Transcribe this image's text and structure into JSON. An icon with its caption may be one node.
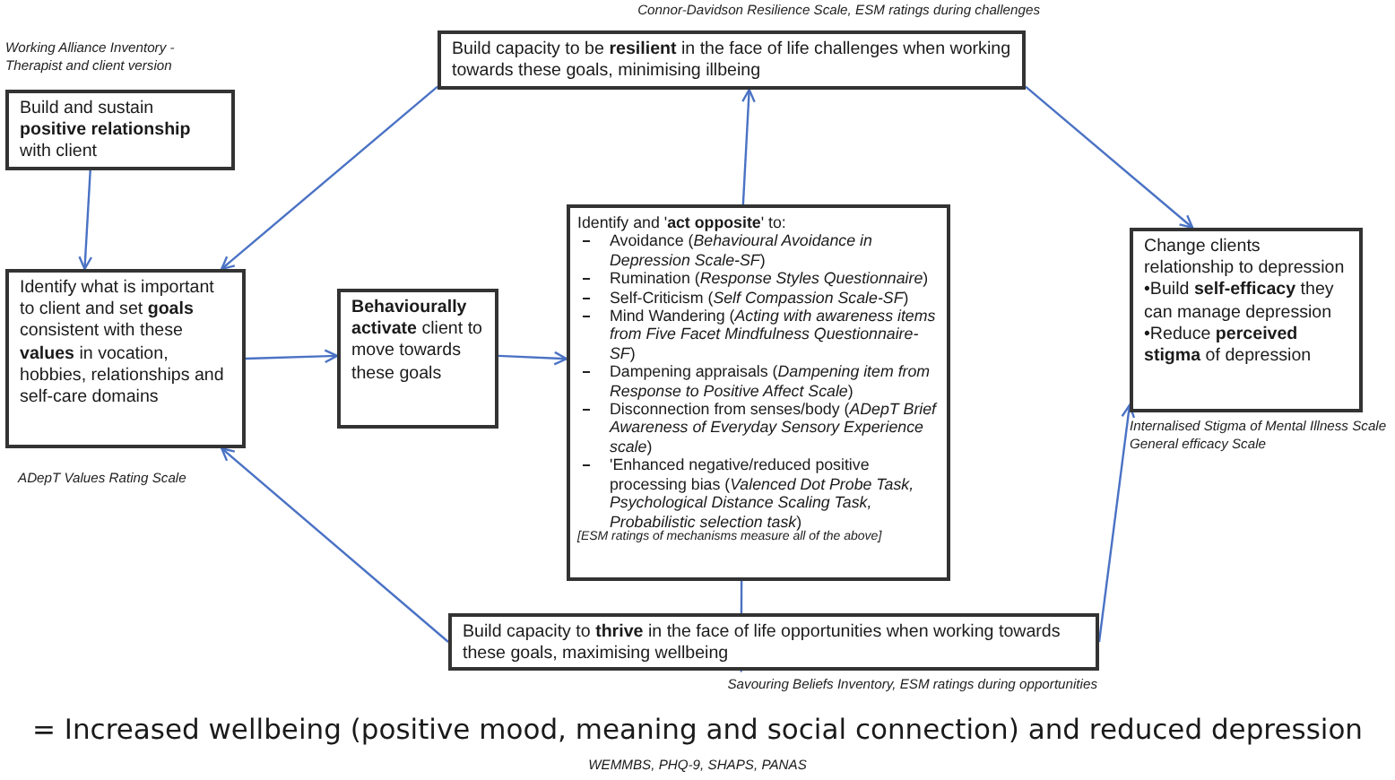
{
  "diagram": {
    "nodes": [
      {
        "text": [
          "Build and sustain **positive relationship** with client"
        ],
        "beside": [
          "Working Alliance Inventory - Therapist and client version"
        ]
      },
      {
        "text": [
          "Identify what is important to client and set **goals** consistent with these **values** in vocation, hobbies, relationships and self-care domains"
        ],
        "beside": [
          "ADepT Values Rating Scale"
        ]
      },
      {
        "text": [
          "**Behaviourally activate** client to move towards these goals"
        ]
      },
      {
        "text": [
          "Identify and '**act opposite**' to:",
          "Avoidance (*Behavioural Avoidance in Depression Scale-SF*)",
          "Rumination (*Response Styles Questionnaire*)",
          "Self-Criticism (*Self Compassion Scale-SF*)",
          "Mind Wandering (*Acting with awareness items from Five Facet Mindfulness Questionnaire-SF*)",
          "Dampening appraisals (*Dampening item from Response to Positive Affect Scale*)",
          "Disconnection from senses/body (*ADepT Brief Awareness of Everyday Sensory Experience scale*)",
          "'Enhanced negative/reduced positive processing bias (*Valenced Dot Probe Task, Psychological Distance Scaling Task, Probabilistic selection task*)",
          "[ESM ratings of mechanisms measure all of the above]"
        ]
      },
      {
        "text": [
          "Build capacity to be **resilient** in the face of life challenges when working towards these goals, minimising illbeing"
        ],
        "beside": [
          "Connor-Davidson Resilience Scale, ESM ratings during challenges"
        ]
      },
      {
        "text": [
          "Build capacity to **thrive** in the face of life opportunities when working towards these goals, maximising wellbeing"
        ],
        "beside": [
          "Savouring Beliefs Inventory, ESM ratings during opportunities"
        ]
      },
      {
        "text": [
          "Change clients relationship to depression",
          "•Build **self-efficacy** they can manage depression",
          "•Reduce **perceived stigma** of depression"
        ],
        "beside": [
          "Internalised Stigma of Mental Illness Scale",
          "General efficacy Scale"
        ]
      }
    ],
    "edges": [
      {
        "from": 0,
        "to": 1,
        "arrow": "to"
      },
      {
        "from": 1,
        "to": 2,
        "arrow": "to"
      },
      {
        "from": 2,
        "to": 3,
        "arrow": "to"
      },
      {
        "from": 3,
        "to": 4,
        "arrow": "to"
      },
      {
        "from": 3,
        "to": 5,
        "arrow": "to"
      },
      {
        "from": 4,
        "to": 1,
        "arrow": "to"
      },
      {
        "from": 4,
        "to": 6,
        "arrow": "to"
      },
      {
        "from": 5,
        "to": 1,
        "arrow": "to"
      },
      {
        "from": 5,
        "to": 6,
        "arrow": "to"
      }
    ],
    "labels": [
      "= Increased wellbeing (positive mood, meaning and social connection) and reduced depression",
      "WEMMBS, PHQ-9, SHAPS, PANAS"
    ]
  }
}
